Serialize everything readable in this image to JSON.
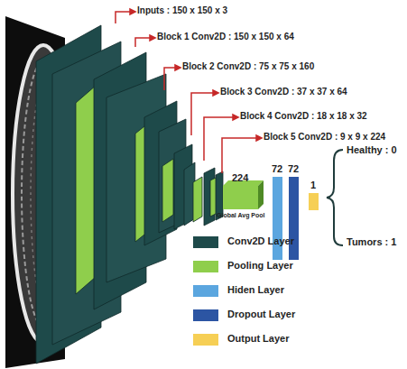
{
  "diagram": {
    "nodes": [
      {
        "text": [
          "224",
          "Global Avg Pool"
        ]
      },
      {
        "text": [
          "72"
        ]
      },
      {
        "text": [
          "72"
        ]
      },
      {
        "text": [
          "1"
        ]
      }
    ],
    "labels": [
      "Inputs : 150 x 150 x 3",
      "Block 1 Conv2D : 150 x 150 x 64",
      "Block 2 Conv2D : 75 x 75 x 160",
      "Block 3 Conv2D : 37 x 37 x 64",
      "Block 4  Conv2D : 18 x 18 x 32",
      "Block 5  Conv2D : 9 x 9 x 224",
      "Healthy : 0",
      "Tumors : 1"
    ],
    "legend": [
      {
        "text": "Conv2D Layer",
        "color": "#1e4a4a"
      },
      {
        "text": "Pooling Layer",
        "color": "#8fce4c"
      },
      {
        "text": "Hiden Layer",
        "color": "#5ba6df"
      },
      {
        "text": "Dropout Layer",
        "color": "#2c55a3"
      },
      {
        "text": "Output Layer",
        "color": "#f6cf55"
      }
    ]
  }
}
